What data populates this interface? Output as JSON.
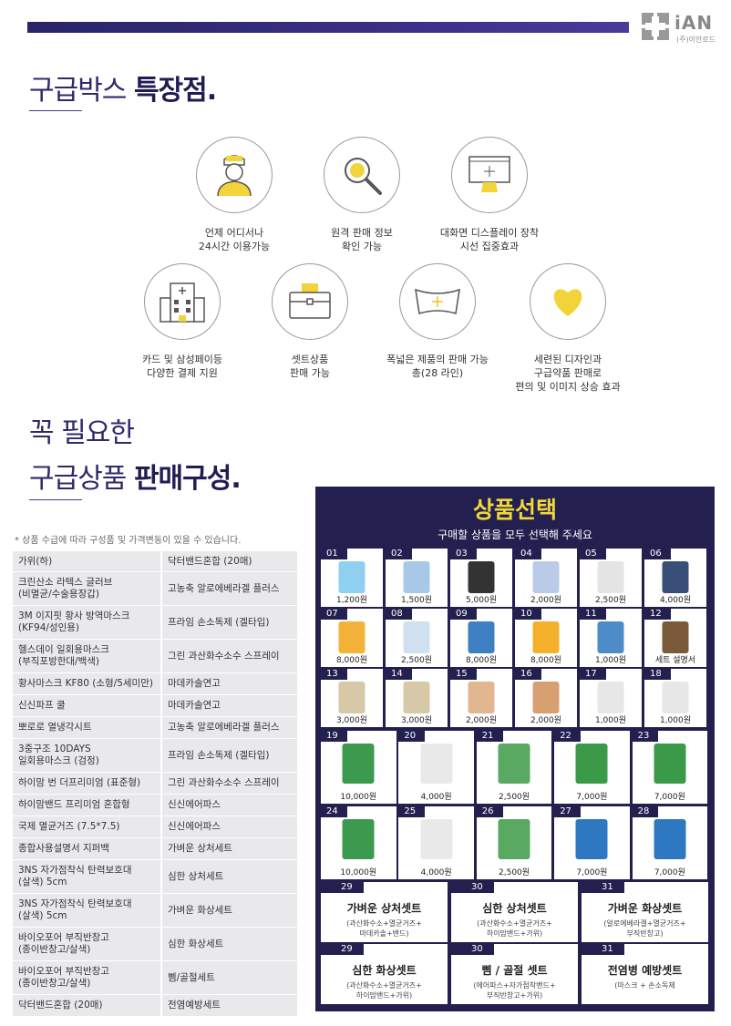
{
  "logo": {
    "brand": "iAN",
    "sub": "(주)이안로드"
  },
  "heading1": {
    "normal": "구급박스 ",
    "bold": "특장점."
  },
  "features": [
    {
      "icon": "nurse-icon",
      "lines": [
        "언제 어디서나",
        "24시간 이용가능"
      ]
    },
    {
      "icon": "magnifier-icon",
      "lines": [
        "원격 판매 정보",
        "확인 가능"
      ]
    },
    {
      "icon": "monitor-icon",
      "lines": [
        "대화면 디스플레이 장착",
        "시선 집중효과"
      ]
    },
    {
      "icon": "building-icon",
      "lines": [
        "카드 및 삼성페이등",
        "다양한 결제 지원"
      ]
    },
    {
      "icon": "kit-box-icon",
      "lines": [
        "셋트상품",
        "판매 가능"
      ]
    },
    {
      "icon": "wide-screen-icon",
      "lines": [
        "폭넓은 제품의 판매 가능",
        "총(28 라인)"
      ]
    },
    {
      "icon": "heart-icon",
      "lines": [
        "세련된 디자인과",
        "구급약품 판매로",
        "편의 및 이미지 상승 효과"
      ]
    }
  ],
  "heading2": {
    "line1": "꼭 필요한",
    "normal": "구급상품 ",
    "bold": "판매구성."
  },
  "note": "* 상품 수급에 따라 구성품 및 가격변동이 있을 수 있습니다.",
  "table": [
    [
      "가위(하)",
      "닥터밴드혼합 (20매)"
    ],
    [
      "크린산소 라텍스 글러브\n(비멸균/수술용장갑)",
      "고농축 알로에베라겔 플러스"
    ],
    [
      "3M 이지핏 황사 방역마스크\n(KF94/성인용)",
      "프라임 손소독제 (겔타입)"
    ],
    [
      "헬스데이 일회용마스크\n(부직포방한대/백색)",
      "그린 과산화수소수 스프레이"
    ],
    [
      "황사마스크 KF80 (소형/5세미만)",
      "마데카솔연고"
    ],
    [
      "신신파프 쿨",
      "마데카솔연고"
    ],
    [
      "뽀로로 열냉각시트",
      "고농축 알로에베라겔 플러스"
    ],
    [
      "3중구조 10DAYS\n일회용마스크 (검정)",
      "프라임 손소독제 (겔타입)"
    ],
    [
      "하이맘 번 더프리미엄 (표준형)",
      "그린 과산화수소수 스프레이"
    ],
    [
      "하이맘밴드 프리미엄 혼합형",
      "신신에어파스"
    ],
    [
      "국제 멸균거즈 (7.5*7.5)",
      "신신에어파스"
    ],
    [
      "종합사용설명서 지퍼백",
      "가벼운 상처세트"
    ],
    [
      "3NS 자가점착식 탄력보호대\n(살색) 5cm",
      "심한 상처세트"
    ],
    [
      "3NS 자가점착식 탄력보호대\n(살색) 5cm",
      "가벼운 화상세트"
    ],
    [
      "바이오포어 부직반창고\n(종이반창고/살색)",
      "심한 화상세트"
    ],
    [
      "바이오포어 부직반창고\n(종이반창고/살색)",
      "삠/골절세트"
    ],
    [
      "닥터밴드혼합 (20매)",
      "전염예방세트"
    ]
  ],
  "panel": {
    "title": "상품선택",
    "subtitle": "구매할 상품을 모두 선택해 주세요",
    "items": [
      {
        "num": "01",
        "price": "1,200원",
        "color": "#8fd0f0"
      },
      {
        "num": "02",
        "price": "1,500원",
        "color": "#a7c8e6"
      },
      {
        "num": "03",
        "price": "5,000원",
        "color": "#333333"
      },
      {
        "num": "04",
        "price": "2,000원",
        "color": "#b9cbe8"
      },
      {
        "num": "05",
        "price": "2,500원",
        "color": "#e5e5e5"
      },
      {
        "num": "06",
        "price": "4,000원",
        "color": "#3a4f78"
      },
      {
        "num": "07",
        "price": "8,000원",
        "color": "#f3b23a"
      },
      {
        "num": "08",
        "price": "2,500원",
        "color": "#cfe0f0"
      },
      {
        "num": "09",
        "price": "8,000원",
        "color": "#3f7fc4"
      },
      {
        "num": "10",
        "price": "8,000원",
        "color": "#f4b02a"
      },
      {
        "num": "11",
        "price": "1,000원",
        "color": "#4e8cc9"
      },
      {
        "num": "12",
        "price": "",
        "label": "세트 설명서",
        "color": "#7a5a3a"
      },
      {
        "num": "13",
        "price": "3,000원",
        "color": "#d7c9a8"
      },
      {
        "num": "14",
        "price": "3,000원",
        "color": "#d7c9a8"
      },
      {
        "num": "15",
        "price": "2,000원",
        "color": "#e2b790"
      },
      {
        "num": "16",
        "price": "2,000원",
        "color": "#d7a070"
      },
      {
        "num": "17",
        "price": "1,000원",
        "color": "#e7e7e7"
      },
      {
        "num": "18",
        "price": "1,000원",
        "color": "#e7e7e7"
      },
      {
        "num": "19",
        "price": "10,000원",
        "color": "#3c9a4f"
      },
      {
        "num": "20",
        "price": "4,000원",
        "color": "#e9e9e9"
      },
      {
        "num": "21",
        "price": "2,500원",
        "color": "#5aa962"
      },
      {
        "num": "22",
        "price": "7,000원",
        "color": "#3a9a48"
      },
      {
        "num": "23",
        "price": "7,000원",
        "color": "#3a9a48"
      },
      {
        "num": "24",
        "price": "10,000원",
        "color": "#3c9a4f"
      },
      {
        "num": "25",
        "price": "4,000원",
        "color": "#e9e9e9"
      },
      {
        "num": "26",
        "price": "2,500원",
        "color": "#5aa962"
      },
      {
        "num": "27",
        "price": "7,000원",
        "color": "#2d78c0"
      },
      {
        "num": "28",
        "price": "7,000원",
        "color": "#2d78c0"
      }
    ],
    "sets": [
      {
        "num": "29",
        "name": "가벼운 상처셋트",
        "desc": [
          "(과산화수소+멸균거즈+",
          "마데카솔+밴드)"
        ]
      },
      {
        "num": "30",
        "name": "심한 상처셋트",
        "desc": [
          "(과산화수소+멸균거즈+",
          "하이맘밴드+가위)"
        ]
      },
      {
        "num": "31",
        "name": "가벼운 화상셋트",
        "desc": [
          "(알로에베라겔+멸균거즈+",
          "부직반창고)"
        ]
      },
      {
        "num": "29",
        "name": "심한 화상셋트",
        "desc": [
          "(과산화수소+멸균거즈+",
          "하이맘밴드+가위)"
        ]
      },
      {
        "num": "30",
        "name": "삠 / 골절 셋트",
        "desc": [
          "(에어파스+자가점착밴드+",
          "부직반창고+가위)"
        ]
      },
      {
        "num": "31",
        "name": "전염병 예방셋트",
        "desc": [
          "(마스크 + 손소독제"
        ]
      }
    ]
  }
}
